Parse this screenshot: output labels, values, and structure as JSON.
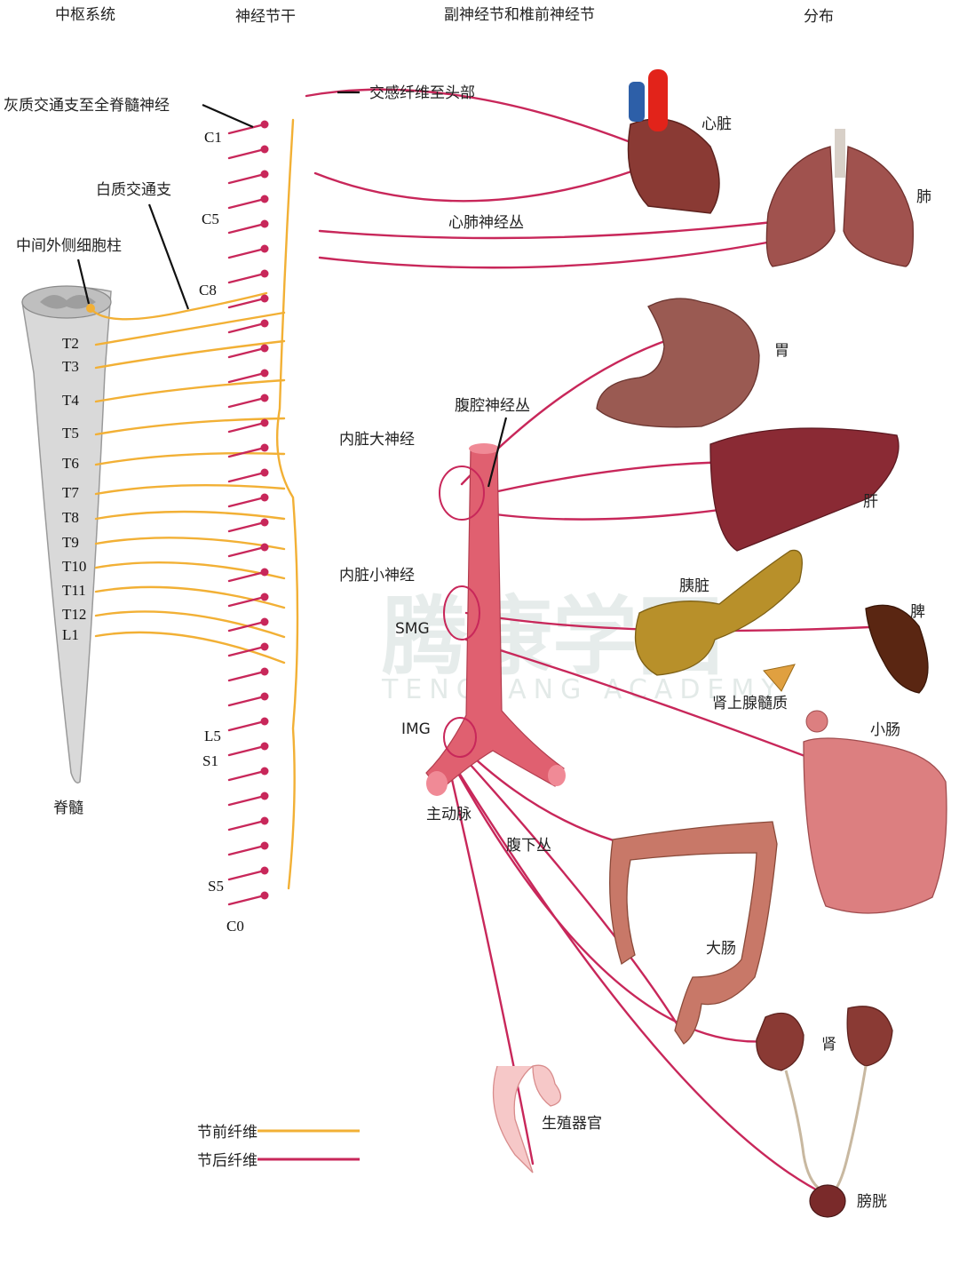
{
  "headers": {
    "cns": "中枢系统",
    "trunk": "神经节干",
    "ganglia": "副神经节和椎前神经节",
    "distribution": "分布"
  },
  "labels": {
    "gray_ramus": "灰质交通支至全脊髓神经",
    "white_ramus": "白质交通支",
    "intermediolateral": "中间外侧细胞柱",
    "spinal_cord": "脊髓",
    "head_fibers": "交感纤维至头部",
    "cardiopulmonary": "心肺神经丛",
    "greater_splanchnic": "内脏大神经",
    "celiac_plexus": "腹腔神经丛",
    "lesser_splanchnic": "内脏小神经",
    "smg": "SMG",
    "img": "IMG",
    "aorta": "主动脉",
    "hypogastric": "腹下丛",
    "watermark_cn": "腾康学园",
    "watermark_en": "TENGKANG ACADEMY"
  },
  "cord_segments": [
    "T2",
    "T3",
    "T4",
    "T5",
    "T6",
    "T7",
    "T8",
    "T9",
    "T10",
    "T11",
    "T12",
    "L1"
  ],
  "trunk_segments": [
    "C1",
    "C5",
    "C8",
    "L5",
    "S1",
    "S5",
    "C0"
  ],
  "organs": {
    "heart": "心脏",
    "lung": "肺",
    "stomach": "胃",
    "liver": "肝",
    "pancreas": "胰脏",
    "spleen": "脾",
    "adrenal": "肾上腺髓质",
    "small_intestine": "小肠",
    "large_intestine": "大肠",
    "kidney": "肾",
    "genitals": "生殖器官",
    "bladder": "膀胱"
  },
  "legend": {
    "preganglionic": "节前纤维",
    "postganglionic": "节后纤维"
  },
  "colors": {
    "preganglionic": "#f2b035",
    "postganglionic": "#c8275a",
    "aorta": "#e06070",
    "spinal_cord": "#d9d9d9"
  }
}
